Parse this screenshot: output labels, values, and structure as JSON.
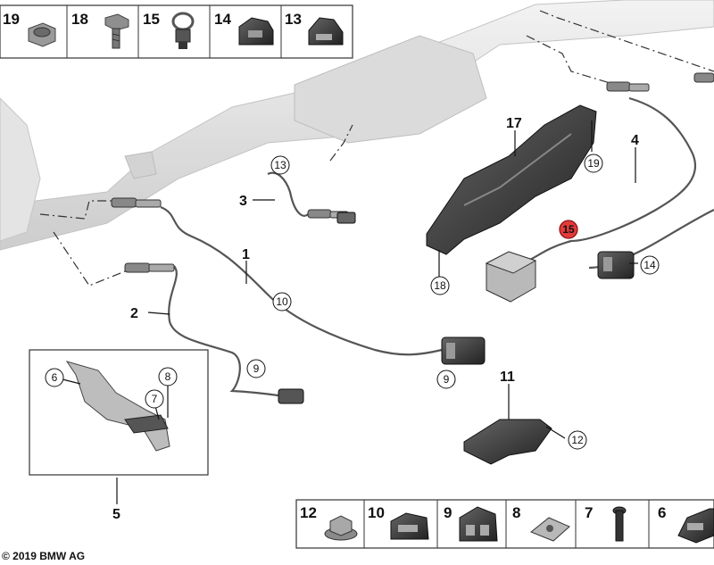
{
  "header": {
    "top_legend": [
      {
        "number": "19"
      },
      {
        "number": "18"
      },
      {
        "number": "15"
      },
      {
        "number": "14"
      },
      {
        "number": "13"
      }
    ],
    "bottom_legend": [
      {
        "number": "12"
      },
      {
        "number": "10"
      },
      {
        "number": "9"
      },
      {
        "number": "8"
      },
      {
        "number": "7"
      },
      {
        "number": "6"
      }
    ]
  },
  "callouts": {
    "c1": "1",
    "c2": "2",
    "c3": "3",
    "c4": "4",
    "c5": "5",
    "c11": "11",
    "c17": "17"
  },
  "circles": {
    "c13": "13",
    "c19": "19",
    "c15": "15",
    "c14": "14",
    "c18": "18",
    "c10": "10",
    "c9a": "9",
    "c9b": "9",
    "c12": "12",
    "c6": "6",
    "c7": "7",
    "c8": "8"
  },
  "highlight_color": "#e23b3b",
  "copyright": "© 2019 BMW AG"
}
